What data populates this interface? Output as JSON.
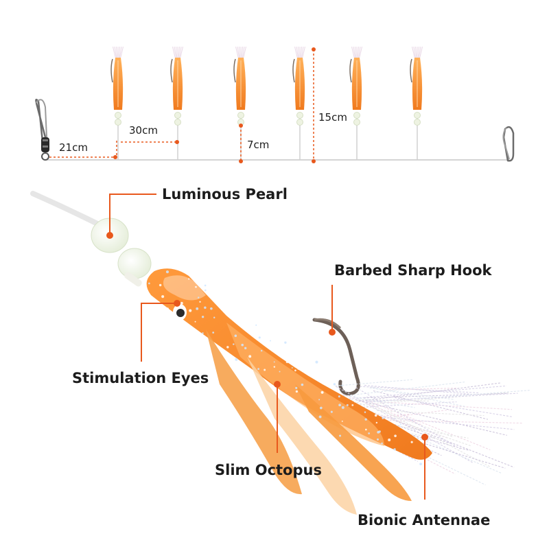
{
  "colors": {
    "accent": "#e8581c",
    "lure_orange": "#f28a2a",
    "lure_light": "#ffc07a",
    "text": "#1c1c1c",
    "line": "#cfcfcf"
  },
  "rig": {
    "hook_count": 6,
    "dimensions": {
      "first_spacing": "21cm",
      "spacing": "30cm",
      "branch_length": "7cm",
      "total_drop": "15cm"
    }
  },
  "callouts": {
    "luminous_pearl": "Luminous Pearl",
    "barbed_hook": "Barbed Sharp Hook",
    "stimulation_eyes": "Stimulation Eyes",
    "slim_octopus": "Slim Octopus",
    "bionic_antennae": "Bionic Antennae"
  }
}
